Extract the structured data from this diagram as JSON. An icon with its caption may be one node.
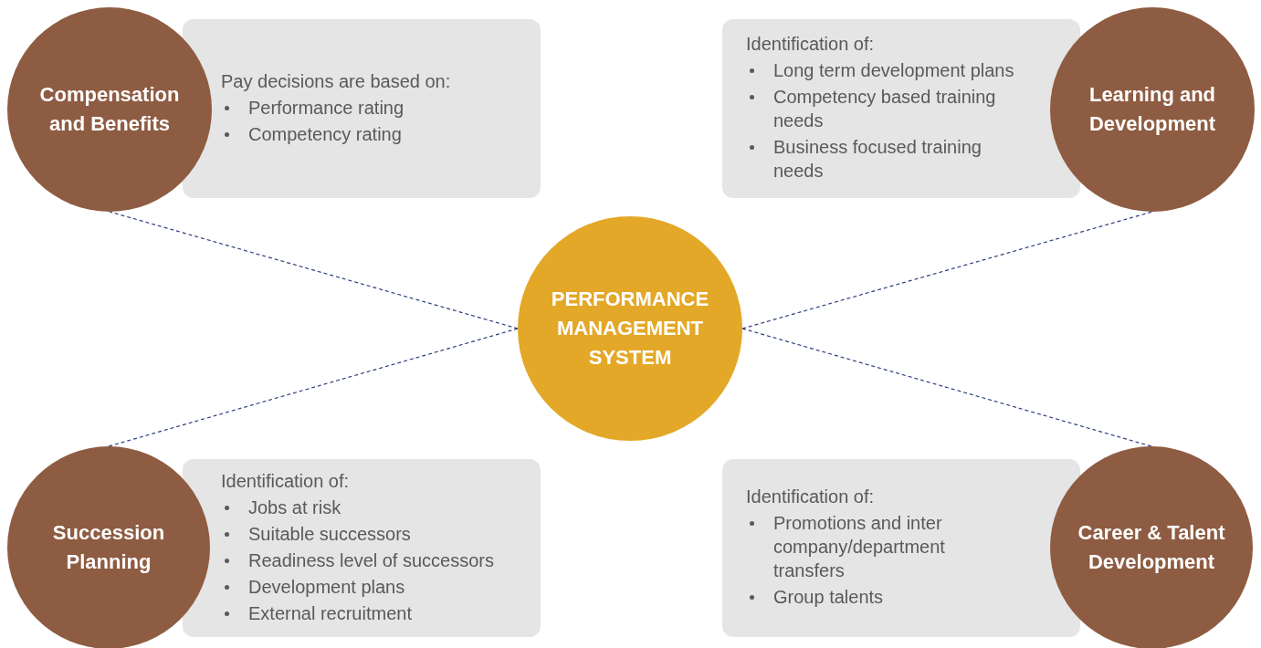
{
  "diagram": {
    "nodes": [
      {
        "text": [
          "Compensation and Benefits"
        ]
      },
      {
        "text": [
          "Pay decisions are based on:",
          "Performance rating",
          "Competency rating"
        ]
      },
      {
        "text": [
          "Identification of:",
          "Long term development plans",
          "Competency based training needs",
          "Business focused training needs"
        ]
      },
      {
        "text": [
          "Learning and Development"
        ]
      },
      {
        "text": [
          "PERFORMANCE MANAGEMENT SYSTEM"
        ]
      },
      {
        "text": [
          "Succession Planning"
        ]
      },
      {
        "text": [
          "Identification of:",
          "Jobs at risk",
          "Suitable successors",
          "Readiness level of successors",
          "Development plans",
          "External recruitment"
        ]
      },
      {
        "text": [
          "Identification of:",
          "Promotions and inter company/department transfers",
          "Group talents"
        ]
      },
      {
        "text": [
          "Career & Talent Development"
        ]
      }
    ],
    "edges": [
      {
        "from": 4,
        "to": 0,
        "arrow": "none",
        "style": "dashed",
        "color": "#2e3f7f"
      },
      {
        "from": 4,
        "to": 3,
        "arrow": "none",
        "style": "dashed",
        "color": "#2e3f7f"
      },
      {
        "from": 4,
        "to": 5,
        "arrow": "none",
        "style": "dashed",
        "color": "#2e3f7f"
      },
      {
        "from": 4,
        "to": 8,
        "arrow": "none",
        "style": "dashed",
        "color": "#2e3f7f"
      }
    ]
  }
}
